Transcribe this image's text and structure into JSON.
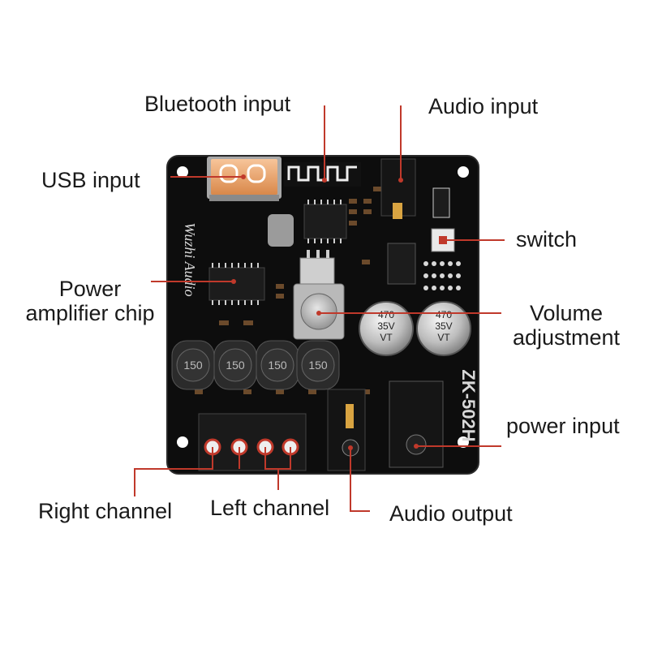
{
  "labels": {
    "bluetooth_input": "Bluetooth input",
    "audio_input": "Audio input",
    "usb_input": "USB input",
    "switch": "switch",
    "power_amp_line1": "Power",
    "power_amp_line2": "amplifier chip",
    "volume_line1": "Volume",
    "volume_line2": "adjustment",
    "power_input": "power input",
    "right_channel": "Right channel",
    "left_channel": "Left channel",
    "audio_output": "Audio output"
  },
  "board": {
    "model": "ZK-502H",
    "brand": "Wuzhi Audio",
    "inductor_marking": "150",
    "capacitor_line1": "470",
    "capacitor_line2": "35V",
    "capacitor_line3": "VT"
  },
  "colors": {
    "pointer": "#c0392b",
    "board": "#111111",
    "silkscreen": "#d8d8d8"
  }
}
